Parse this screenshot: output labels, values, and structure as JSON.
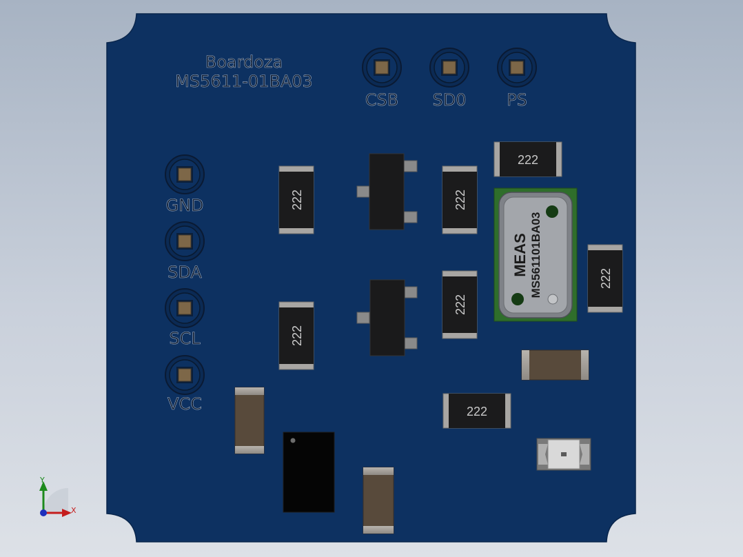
{
  "board": {
    "title_line1": "Boardoza",
    "title_line2": "MS5611-01BA03"
  },
  "pins": {
    "top": [
      "CSB",
      "SD0",
      "PS"
    ],
    "left": [
      "GND",
      "SDA",
      "SCL",
      "VCC"
    ]
  },
  "resistor_label": "222",
  "sensor": {
    "brand": "MEAS",
    "part": "MS561101BA03"
  },
  "triad": {
    "x": "X",
    "y": "Y"
  },
  "colors": {
    "board": "#0d3161",
    "copper_pad": "#7d6748",
    "sensor_pcb": "#2f6e2b",
    "capacitor": "#584a3b"
  }
}
